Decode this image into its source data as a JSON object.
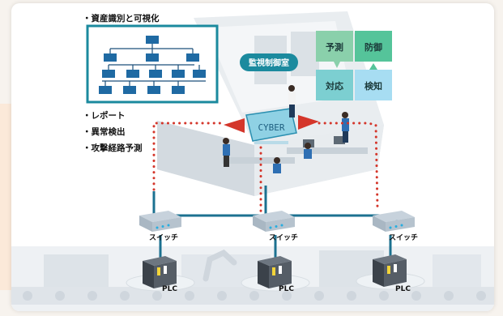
{
  "features": {
    "asset": "・資産識別と可視化",
    "report": "・レポート",
    "anomaly": "・異常検出",
    "attack_path": "・攻撃経路予測"
  },
  "soc": {
    "room_label": "監視制御室",
    "screen_text": "CYBER"
  },
  "cycle": {
    "predict": "予測",
    "defend": "防御",
    "respond": "対応",
    "detect": "検知"
  },
  "network": {
    "switch_label": "スイッチ",
    "plc_label": "PLC"
  },
  "colors": {
    "teal": "#1b8a9e",
    "cyan_box": "#b9e7ef",
    "network_line": "#1c7190",
    "red_dots": "#d4362b",
    "cycle_predict": "#8ad0ab",
    "cycle_defend": "#55c49a",
    "cycle_respond": "#7ccfd1",
    "cycle_detect": "#a7ddf2",
    "floor": "#e4e8ec"
  }
}
